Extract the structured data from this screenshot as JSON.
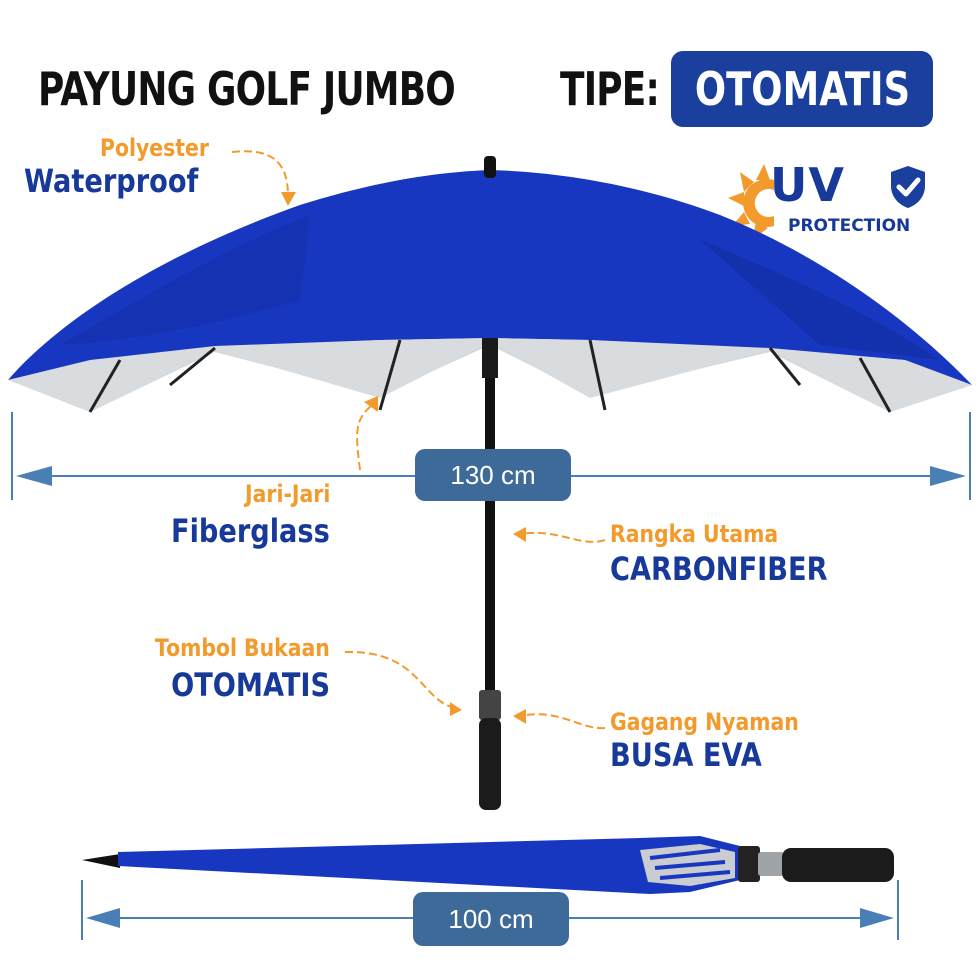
{
  "header": {
    "title": "PAYUNG GOLF JUMBO",
    "type_label": "TIPE:",
    "type_value": "OTOMATIS"
  },
  "badge_uv": {
    "big": "UV",
    "small": "PROTECTION",
    "icons": [
      "sun-icon",
      "shield-check-icon"
    ]
  },
  "callouts": {
    "canopy": {
      "material": "Polyester",
      "feature": "Waterproof"
    },
    "ribs": {
      "name": "Jari-Jari",
      "material": "Fiberglass"
    },
    "frame": {
      "name": "Rangka Utama",
      "material": "CARBONFIBER"
    },
    "button": {
      "name": "Tombol Bukaan",
      "type": "OTOMATIS"
    },
    "handle": {
      "name": "Gagang Nyaman",
      "material": "BUSA EVA"
    }
  },
  "measurements": {
    "open_width": "130 cm",
    "closed_length": "100 cm"
  },
  "colors": {
    "canopy_blue": "#1737c0",
    "label_orange": "#f39a2c",
    "label_blue": "#17399a",
    "badge_blue": "#1a3f9c",
    "measure_box": "#3e6a99",
    "arrow_blue": "#4a7fb5"
  }
}
